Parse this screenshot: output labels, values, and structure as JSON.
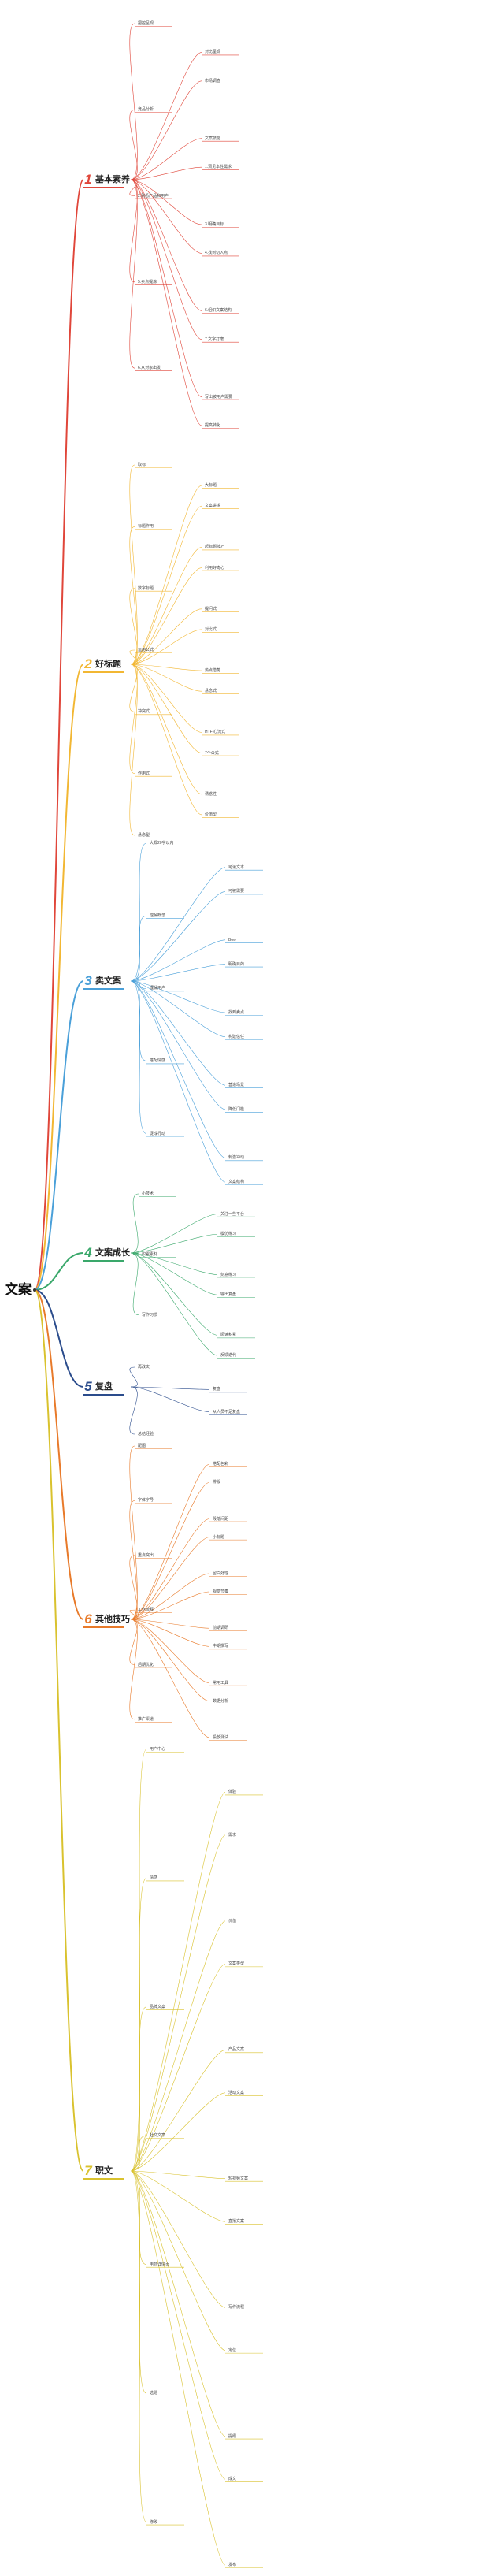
{
  "root": "文案",
  "colors": {
    "background": "#ffffff",
    "root_line": "#333333",
    "branch_1": "#e0463a",
    "branch_2": "#f2b733",
    "branch_3": "#4aa0d9",
    "branch_4": "#3aa86b",
    "branch_5": "#2b4c8c",
    "branch_6": "#e87a2a",
    "branch_7": "#d9c22e"
  },
  "branches": [
    {
      "num": "1",
      "label": "基本素养",
      "nodes": [
        "把控呈现",
        "对比呈现",
        "市场调查",
        "竞品分析",
        "文案技能",
        "1.洞见本性需求",
        "2.熟悉产品和用户",
        "3.明确目标",
        "4.找到切入点",
        "5.卖点提炼",
        "6.组织文案结构",
        "7.文字打磨",
        "6.从对象出发",
        "写出被用户需要",
        "提高转化"
      ]
    },
    {
      "num": "2",
      "label": "好标题",
      "nodes": [
        "取标",
        "大标题",
        "文案讲求",
        "标题作用",
        "起标题技巧",
        "利用好奇心",
        "数字标题",
        "提问式",
        "对比式",
        "运用公式",
        "热点借势",
        "悬念式",
        "冲突式",
        "HTF 心流式",
        "7个公式",
        "作用式",
        "诱惑性",
        "价值型",
        "悬念型"
      ]
    },
    {
      "num": "3",
      "label": "卖文案",
      "nodes": [
        "大概20字以内",
        "可读文本",
        "可被需要",
        "理解概念",
        "Bow",
        "明确目的",
        "理解用户",
        "找到卖点",
        "构建信任",
        "搭配情感",
        "营造场景",
        "降低门槛",
        "促成行动",
        "刺激冲动",
        "文案结构"
      ]
    },
    {
      "num": "4",
      "label": "文案成长",
      "nodes": [
        "小技术",
        "关注一些平台",
        "模仿练习",
        "积累素材",
        "刻意练习",
        "输出复盘",
        "写作习惯",
        "阅读积累",
        "反馈迭代"
      ]
    },
    {
      "num": "5",
      "label": "复盘",
      "nodes": [
        "再改文",
        "复盘",
        "从人员不足复盘",
        "总结经验"
      ]
    },
    {
      "num": "6",
      "label": "其他技巧",
      "nodes": [
        "配图",
        "搭配色彩",
        "排版",
        "字体字号",
        "段落间距",
        "小标题",
        "重点突出",
        "留白处理",
        "视觉节奏",
        "工作流程",
        "前期调研",
        "中期撰写",
        "后期优化",
        "常用工具",
        "数据分析",
        "推广渠道",
        "投放测试"
      ]
    },
    {
      "num": "7",
      "label": "职文",
      "nodes": [
        "用户中心",
        "体验",
        "需求",
        "情感",
        "价值",
        "文案类型",
        "品牌文案",
        "产品文案",
        "活动文案",
        "社交文案",
        "短视频文案",
        "直播文案",
        "电商详情页",
        "写作流程",
        "定位",
        "选题",
        "提纲",
        "成文",
        "修改",
        "发布"
      ]
    }
  ]
}
